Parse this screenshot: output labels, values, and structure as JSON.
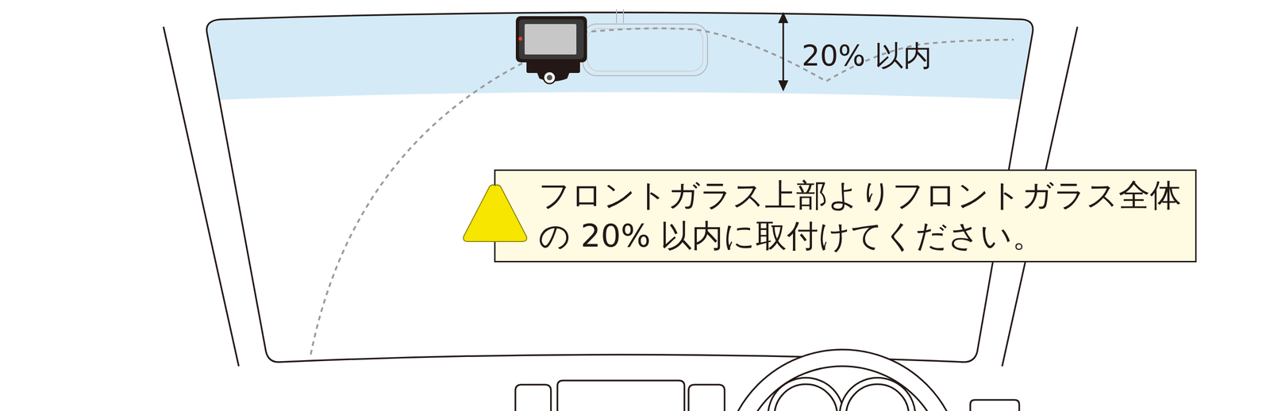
{
  "diagram": {
    "nodes": [
      {
        "text": [
          "フロントガラス上部よりフロントガラス全体の 20% 以内に取付けてください。"
        ]
      }
    ],
    "labels": [
      "20% 以内",
      "!"
    ]
  }
}
